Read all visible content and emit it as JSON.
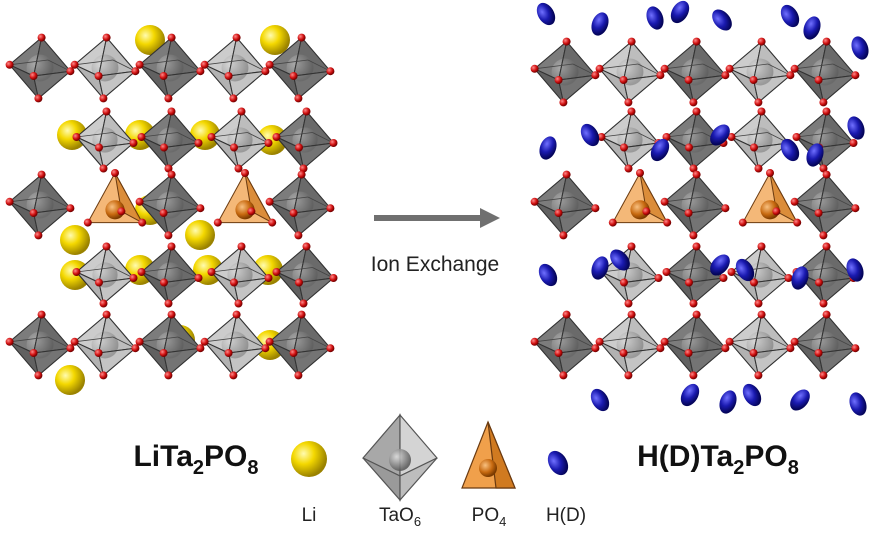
{
  "left_structure": {
    "formula_main": "LiTa",
    "formula_sub1": "2",
    "formula_mid": "PO",
    "formula_sub2": "8"
  },
  "right_structure": {
    "formula_main": "H(D)Ta",
    "formula_sub1": "2",
    "formula_mid": "PO",
    "formula_sub2": "8"
  },
  "process": {
    "label": "Ion Exchange"
  },
  "legend": {
    "li": {
      "label": "Li",
      "color": "#f2d000"
    },
    "tao6": {
      "label_main": "TaO",
      "label_sub": "6",
      "color": "#b8b8b8"
    },
    "po4": {
      "label_main": "PO",
      "label_sub": "4",
      "color": "#f0a04b"
    },
    "hd": {
      "label": "H(D)",
      "color": "#1a1ab0"
    }
  },
  "colors": {
    "oxygen": "#d01010",
    "ta_center": "#8c8c8c",
    "octa_dark": "#6e6e6e",
    "octa_light": "#c8c8c8",
    "arrow": "#707070"
  }
}
